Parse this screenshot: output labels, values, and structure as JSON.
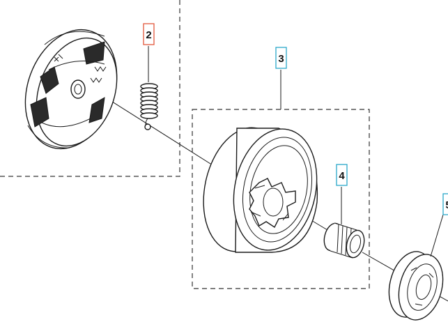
{
  "colors": {
    "background": "#ffffff",
    "line": "#1a1a1a",
    "callout_red": "#e2563a",
    "callout_cyan": "#2aa7c9"
  },
  "callouts": [
    {
      "id": "2",
      "label": "2",
      "color": "#e2563a"
    },
    {
      "id": "3",
      "label": "3",
      "color": "#2aa7c9"
    },
    {
      "id": "4",
      "label": "4",
      "color": "#2aa7c9"
    },
    {
      "id": "5",
      "label": "5",
      "color": "#2aa7c9"
    }
  ],
  "parts": [
    {
      "id": "clutch-assembly",
      "icon": "clutch-shoe-icon"
    },
    {
      "id": "clutch-spring",
      "icon": "coil-spring-icon"
    },
    {
      "id": "clutch-drum",
      "icon": "drum-sprocket-icon"
    },
    {
      "id": "needle-bearing",
      "icon": "needle-bearing-icon"
    },
    {
      "id": "washer",
      "icon": "washer-icon"
    }
  ]
}
